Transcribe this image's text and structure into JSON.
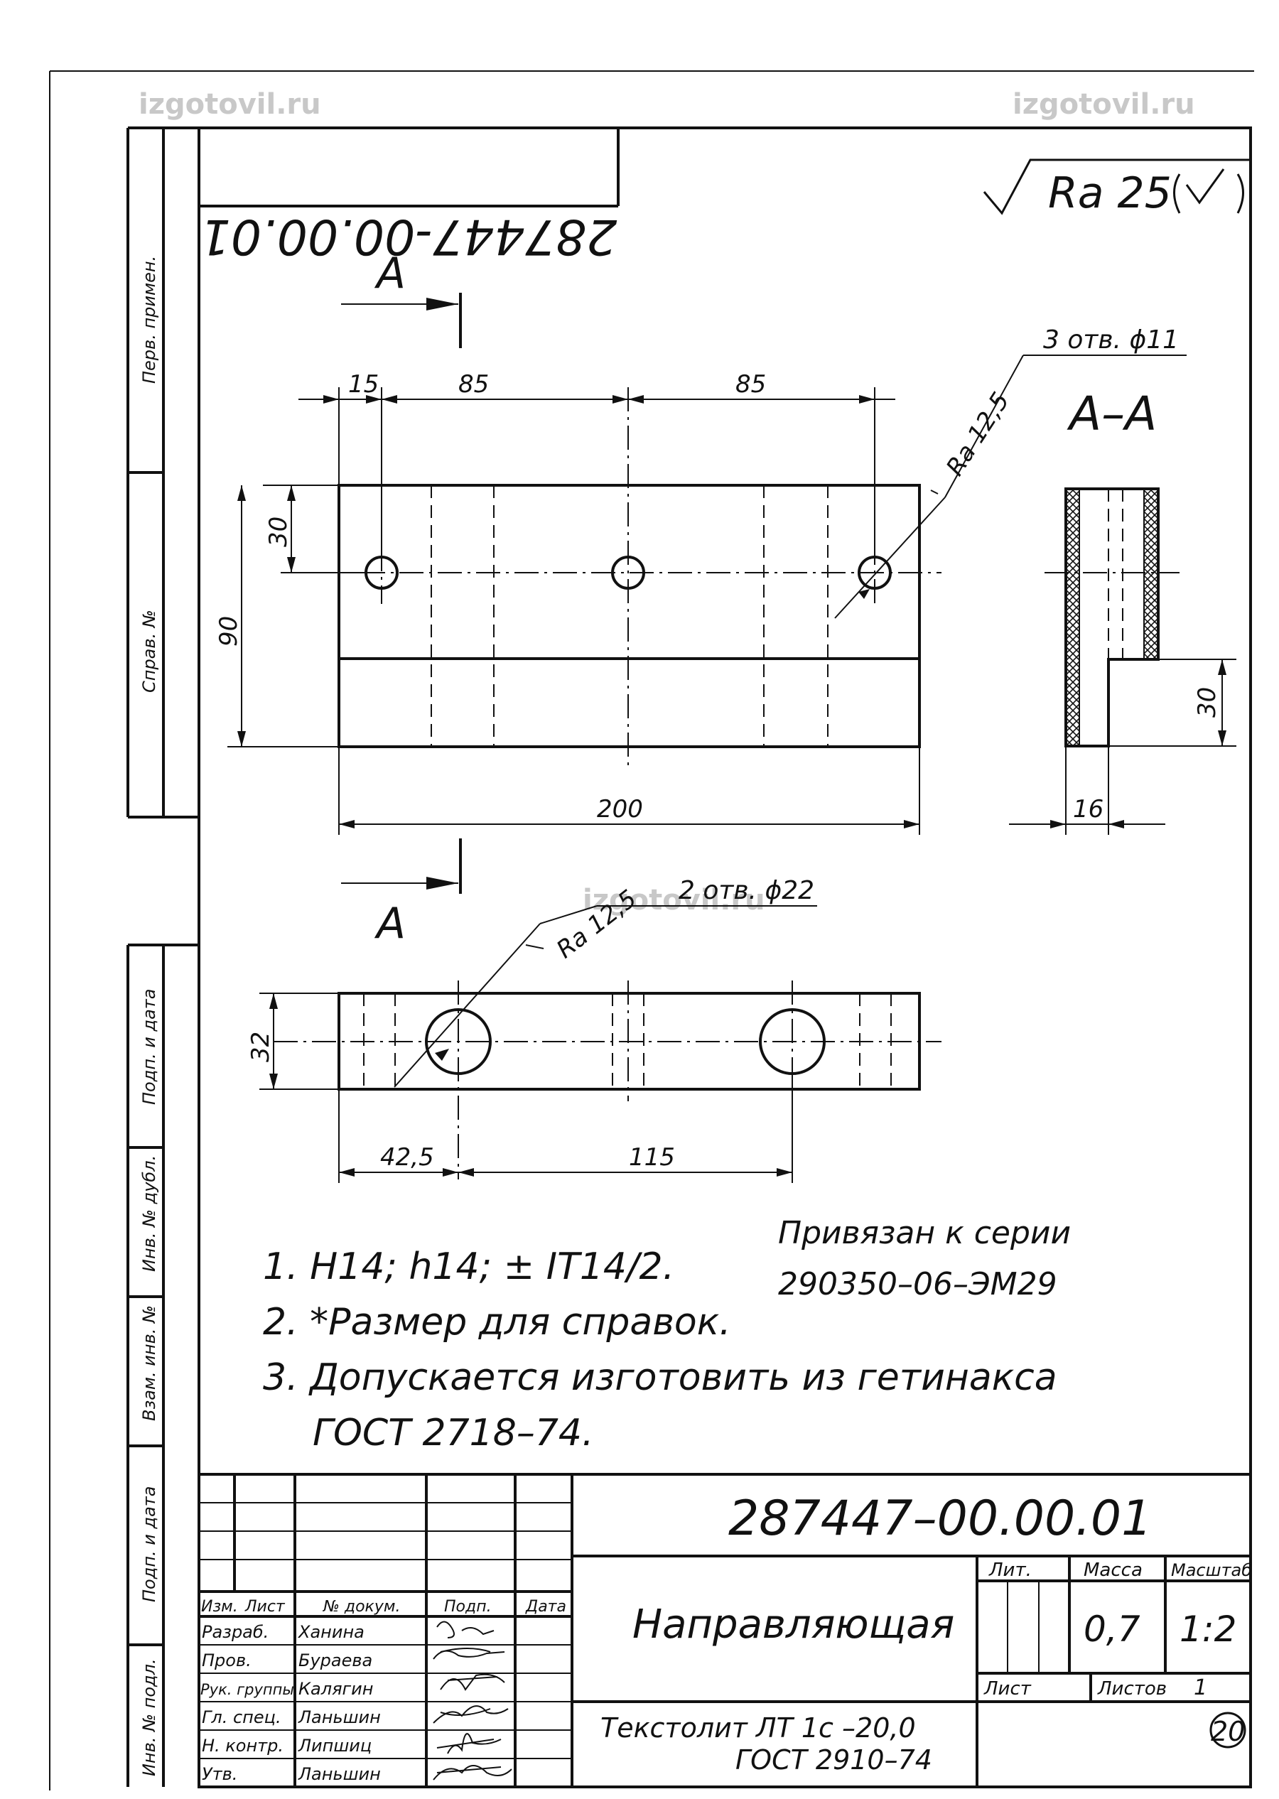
{
  "watermark": "izgotovil.ru",
  "drawing_number": "287447-00.00.01",
  "drawing_number_mirrored": "287447-00.00.01",
  "roughness_general": "Ra 25",
  "section_marker": "A",
  "section_title": "A–A",
  "holes_small": "3 отв. ϕ11",
  "holes_large": "2 отв. ϕ22",
  "roughness_holes": "Ra 12,5",
  "dims": {
    "d15": "15",
    "d85a": "85",
    "d85b": "85",
    "d30": "30",
    "d90": "90",
    "d200": "200",
    "d30side": "30",
    "d16": "16",
    "d32": "32",
    "d42": "42,5",
    "d115": "115"
  },
  "side_labels": {
    "perv": "Перв. примен.",
    "sprav": "Справ. №",
    "podp1": "Подп. и дата",
    "inv_dubl": "Инв. № дубл.",
    "vzam": "Взам. инв. №",
    "podp2": "Подп. и дата",
    "inv_podl": "Инв. № подл."
  },
  "notes": [
    "1.  H14; h14; ± IT14/2.",
    "2.  *Размер для справок.",
    "3.  Допускается изготовить из  гетинакса",
    "ГОСТ 2718–74."
  ],
  "series_note": [
    "Привязан к серии",
    "290350–06–ЭМ29"
  ],
  "title_block": {
    "number": "287447–00.00.01",
    "name": "Направляющая",
    "material_line1": "Текстолит  ЛТ 1с –20,0",
    "material_line2": "ГОСТ 2910–74",
    "hdr_izm": "Изм.",
    "hdr_list": "Лист",
    "hdr_doc": "№ докум.",
    "hdr_podp": "Подп.",
    "hdr_data": "Дата",
    "lit": "Лит.",
    "massa_label": "Масса",
    "masshtab_label": "Масштаб",
    "massa": "0,7",
    "masshtab": "1:2",
    "list_label": "Лист",
    "listov_label": "Листов",
    "listov": "1",
    "sheet_format": "20",
    "roles": [
      {
        "role": "Разраб.",
        "name": "Ханина"
      },
      {
        "role": "Пров.",
        "name": "Бураева"
      },
      {
        "role": "Рук. группы",
        "name": "Калягин"
      },
      {
        "role": "Гл. спец.",
        "name": "Ланьшин"
      },
      {
        "role": "Н. контр.",
        "name": "Липшиц"
      },
      {
        "role": "Утв.",
        "name": "Ланьшин"
      }
    ]
  }
}
